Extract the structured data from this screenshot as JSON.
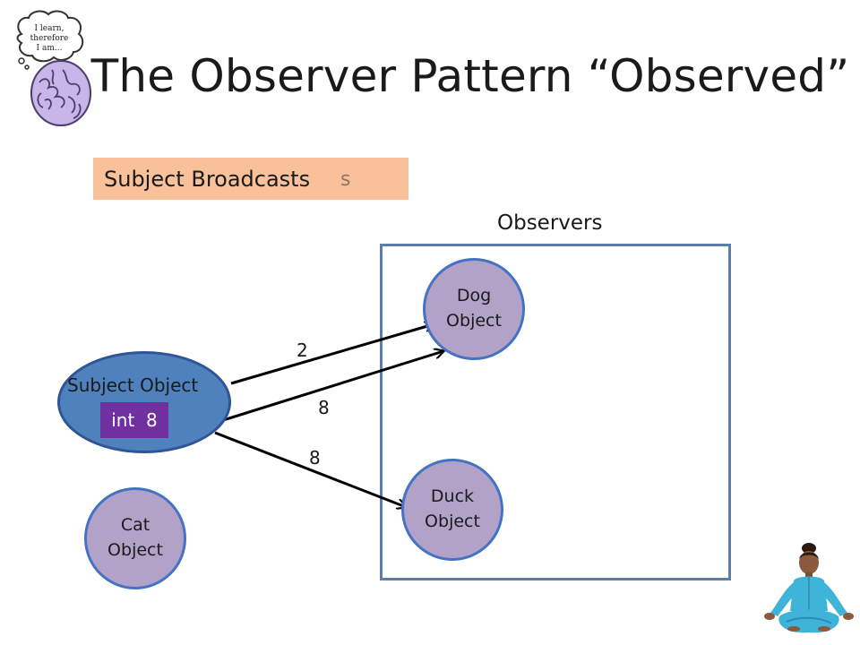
{
  "slide": {
    "title": "The Observer Pattern “Observed”",
    "logo_text": "I learn,\ntherefore\nI am...",
    "banner": {
      "label": "Subject Broadcasts",
      "ghost_text": "s",
      "color": "#f8c19a"
    },
    "observers_label": "Observers",
    "subject": {
      "label": "Subject Object",
      "state_badge": "int  8",
      "fill": "#4f81bd",
      "badge_color": "#7030a0"
    },
    "observers": [
      {
        "label": "Dog\nObject"
      },
      {
        "label": "Duck\nObject"
      }
    ],
    "detached": {
      "label": "Cat\nObject"
    },
    "messages": [
      {
        "value": "2"
      },
      {
        "value": "8"
      },
      {
        "value": "8"
      }
    ],
    "colors": {
      "observer_fill": "#b3a2c7",
      "outline": "#4472c4",
      "box_border": "#5b7faa"
    }
  }
}
